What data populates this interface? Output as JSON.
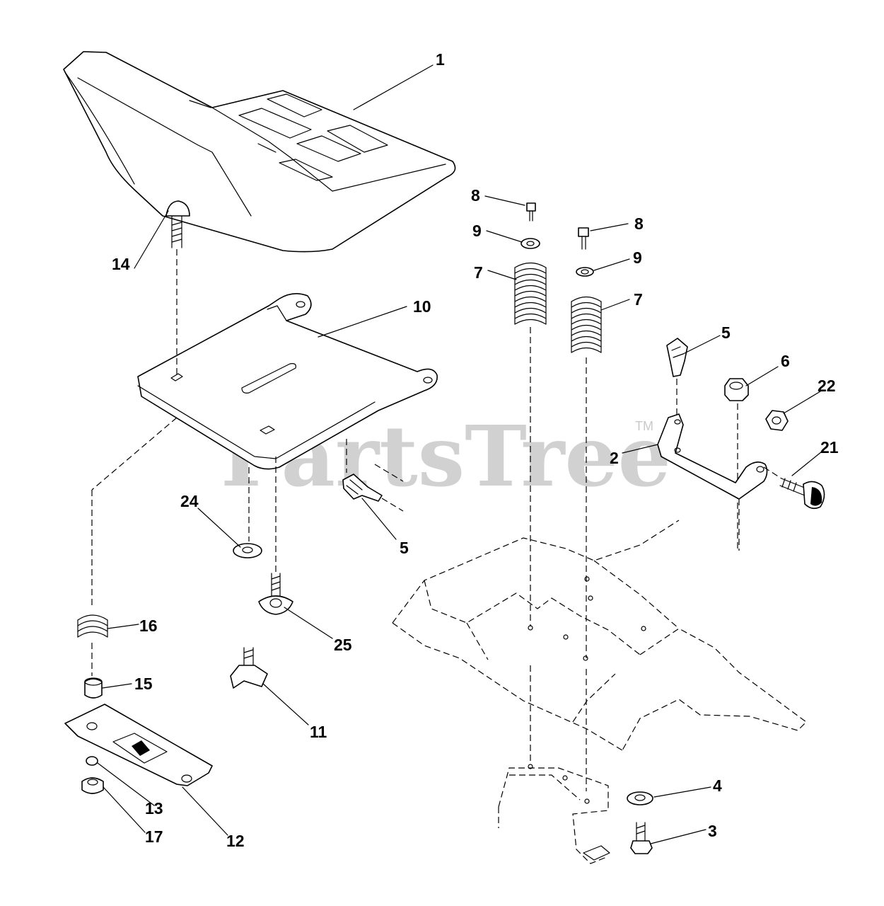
{
  "watermark": {
    "text": "PartsTree",
    "trademark": "TM"
  },
  "callouts": [
    {
      "id": "c1",
      "label": "1"
    },
    {
      "id": "c8a",
      "label": "8"
    },
    {
      "id": "c8b",
      "label": "8"
    },
    {
      "id": "c9a",
      "label": "9"
    },
    {
      "id": "c9b",
      "label": "9"
    },
    {
      "id": "c7a",
      "label": "7"
    },
    {
      "id": "c7b",
      "label": "7"
    },
    {
      "id": "c14",
      "label": "14"
    },
    {
      "id": "c10",
      "label": "10"
    },
    {
      "id": "c5a",
      "label": "5"
    },
    {
      "id": "c6",
      "label": "6"
    },
    {
      "id": "c22",
      "label": "22"
    },
    {
      "id": "c2",
      "label": "2"
    },
    {
      "id": "c21",
      "label": "21"
    },
    {
      "id": "c24",
      "label": "24"
    },
    {
      "id": "c5b",
      "label": "5"
    },
    {
      "id": "c16",
      "label": "16"
    },
    {
      "id": "c25",
      "label": "25"
    },
    {
      "id": "c15",
      "label": "15"
    },
    {
      "id": "c11",
      "label": "11"
    },
    {
      "id": "c4",
      "label": "4"
    },
    {
      "id": "c13",
      "label": "13"
    },
    {
      "id": "c3",
      "label": "3"
    },
    {
      "id": "c17",
      "label": "17"
    },
    {
      "id": "c12",
      "label": "12"
    }
  ]
}
